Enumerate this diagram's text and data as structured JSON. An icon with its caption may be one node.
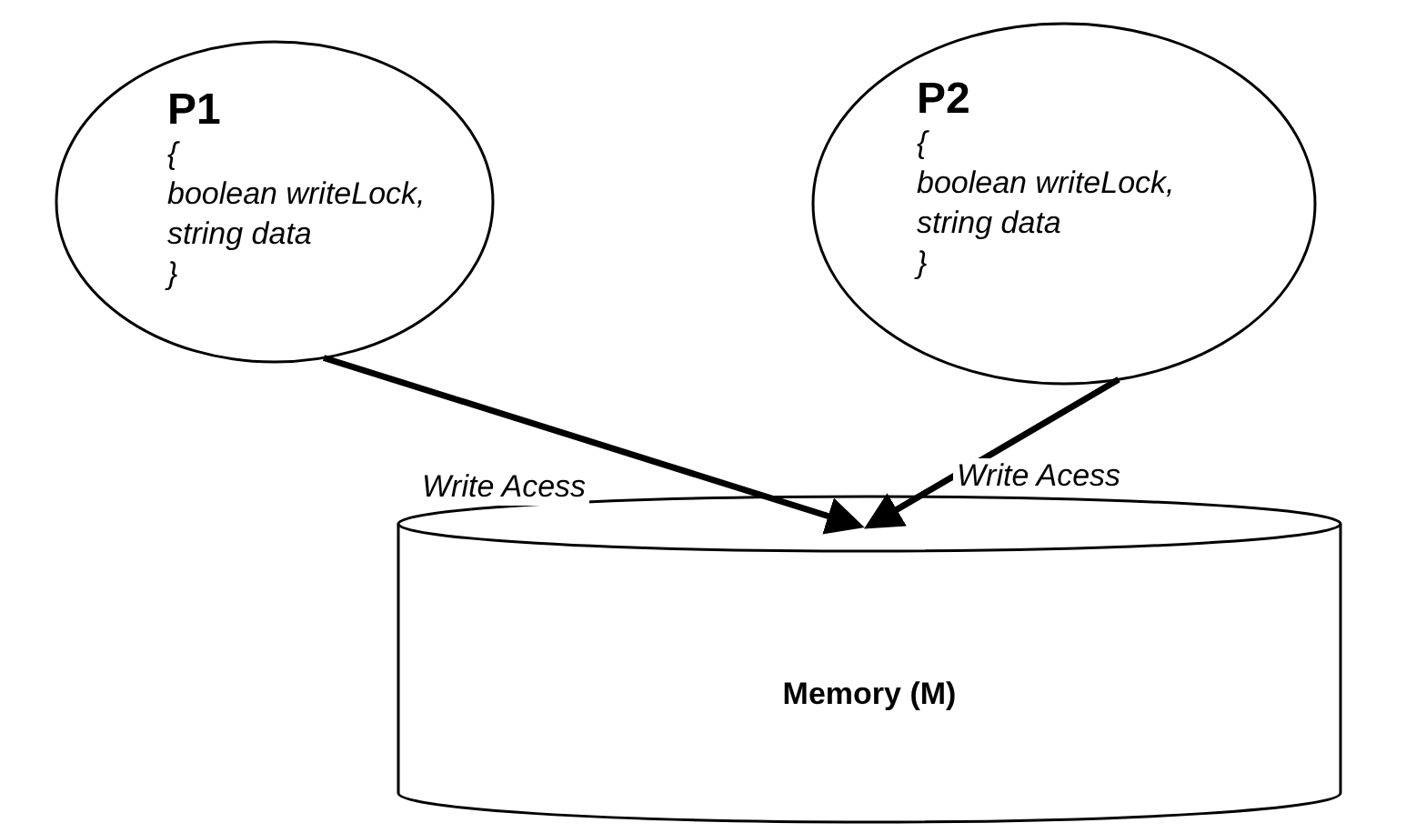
{
  "diagram": {
    "nodes": [
      {
        "text": [
          "P1",
          "{",
          "boolean writeLock,",
          "string data",
          "}"
        ]
      },
      {
        "text": [
          "P2",
          "{",
          "boolean writeLock,",
          "string data",
          "}"
        ]
      },
      {
        "text": [
          "Memory (M)"
        ]
      }
    ],
    "edges": [
      {
        "from": 0,
        "to": 2,
        "arrow": "to",
        "label": "Write Acess"
      },
      {
        "from": 1,
        "to": 2,
        "arrow": "to",
        "label": "Write Acess"
      }
    ]
  }
}
